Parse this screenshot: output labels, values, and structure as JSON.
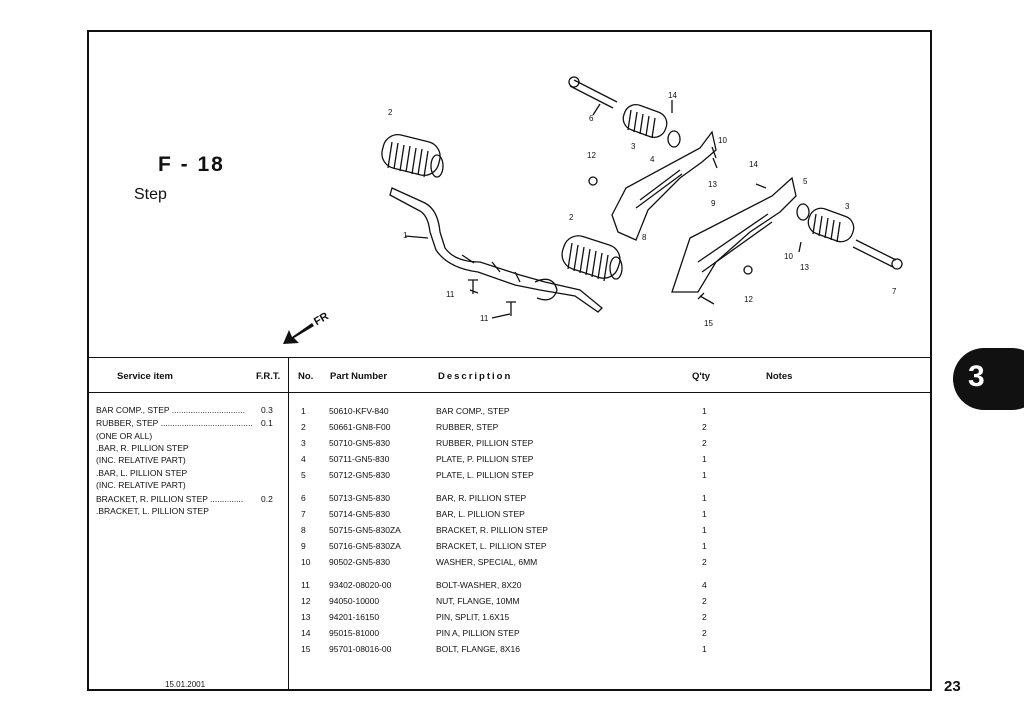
{
  "header": {
    "figure_id": "F - 18",
    "title": "Step"
  },
  "diagram": {
    "direction_label": "FR",
    "callouts": [
      "1",
      "2",
      "2",
      "3",
      "3",
      "4",
      "5",
      "6",
      "7",
      "8",
      "9",
      "10",
      "10",
      "11",
      "11",
      "12",
      "12",
      "13",
      "13",
      "14",
      "14",
      "15"
    ]
  },
  "table_headers": {
    "service_item": "Service item",
    "frt": "F.R.T.",
    "no": "No.",
    "part_number": "Part Number",
    "description": "Description",
    "qty": "Q'ty",
    "notes": "Notes"
  },
  "service_items": [
    {
      "text": "BAR COMP., STEP",
      "dots": "...............................",
      "frt": "0.3"
    },
    {
      "text": "RUBBER, STEP",
      "dots": ".......................................",
      "frt": "0.1"
    },
    {
      "text": "(ONE OR ALL)",
      "dots": "",
      "frt": ""
    },
    {
      "text": ".BAR, R. PILLION STEP",
      "dots": "",
      "frt": ""
    },
    {
      "text": "(INC. RELATIVE PART)",
      "dots": "",
      "frt": ""
    },
    {
      "text": ".BAR, L. PILLION STEP",
      "dots": "",
      "frt": ""
    },
    {
      "text": "(INC. RELATIVE PART)",
      "dots": "",
      "frt": ""
    },
    {
      "text": "BRACKET, R. PILLION STEP",
      "dots": "..............",
      "frt": "0.2"
    },
    {
      "text": ".BRACKET, L. PILLION STEP",
      "dots": "",
      "frt": ""
    }
  ],
  "parts": [
    {
      "no": "1",
      "part_number": "50610-KFV-840",
      "description": "BAR COMP., STEP",
      "qty": "1"
    },
    {
      "no": "2",
      "part_number": "50661-GN8-F00",
      "description": "RUBBER, STEP",
      "qty": "2"
    },
    {
      "no": "3",
      "part_number": "50710-GN5-830",
      "description": "RUBBER, PILLION STEP",
      "qty": "2"
    },
    {
      "no": "4",
      "part_number": "50711-GN5-830",
      "description": "PLATE, P. PILLION STEP",
      "qty": "1"
    },
    {
      "no": "5",
      "part_number": "50712-GN5-830",
      "description": "PLATE, L. PILLION STEP",
      "qty": "1"
    },
    {
      "no": "6",
      "part_number": "50713-GN5-830",
      "description": "BAR, R. PILLION STEP",
      "qty": "1"
    },
    {
      "no": "7",
      "part_number": "50714-GN5-830",
      "description": "BAR, L. PILLION STEP",
      "qty": "1"
    },
    {
      "no": "8",
      "part_number": "50715-GN5-830ZA",
      "description": "BRACKET, R. PILLION STEP",
      "qty": "1"
    },
    {
      "no": "9",
      "part_number": "50716-GN5-830ZA",
      "description": "BRACKET, L. PILLION STEP",
      "qty": "1"
    },
    {
      "no": "10",
      "part_number": "90502-GN5-830",
      "description": "WASHER, SPECIAL, 6MM",
      "qty": "2"
    },
    {
      "no": "11",
      "part_number": "93402-08020-00",
      "description": "BOLT-WASHER, 8X20",
      "qty": "4"
    },
    {
      "no": "12",
      "part_number": "94050-10000",
      "description": "NUT, FLANGE, 10MM",
      "qty": "2"
    },
    {
      "no": "13",
      "part_number": "94201-16150",
      "description": "PIN, SPLIT, 1.6X15",
      "qty": "2"
    },
    {
      "no": "14",
      "part_number": "95015-81000",
      "description": "PIN A, PILLION STEP",
      "qty": "2"
    },
    {
      "no": "15",
      "part_number": "95701-08016-00",
      "description": "BOLT, FLANGE, 8X16",
      "qty": "1"
    }
  ],
  "footer": {
    "date": "15.01.2001",
    "page_number": "23",
    "section_tab": "3"
  }
}
